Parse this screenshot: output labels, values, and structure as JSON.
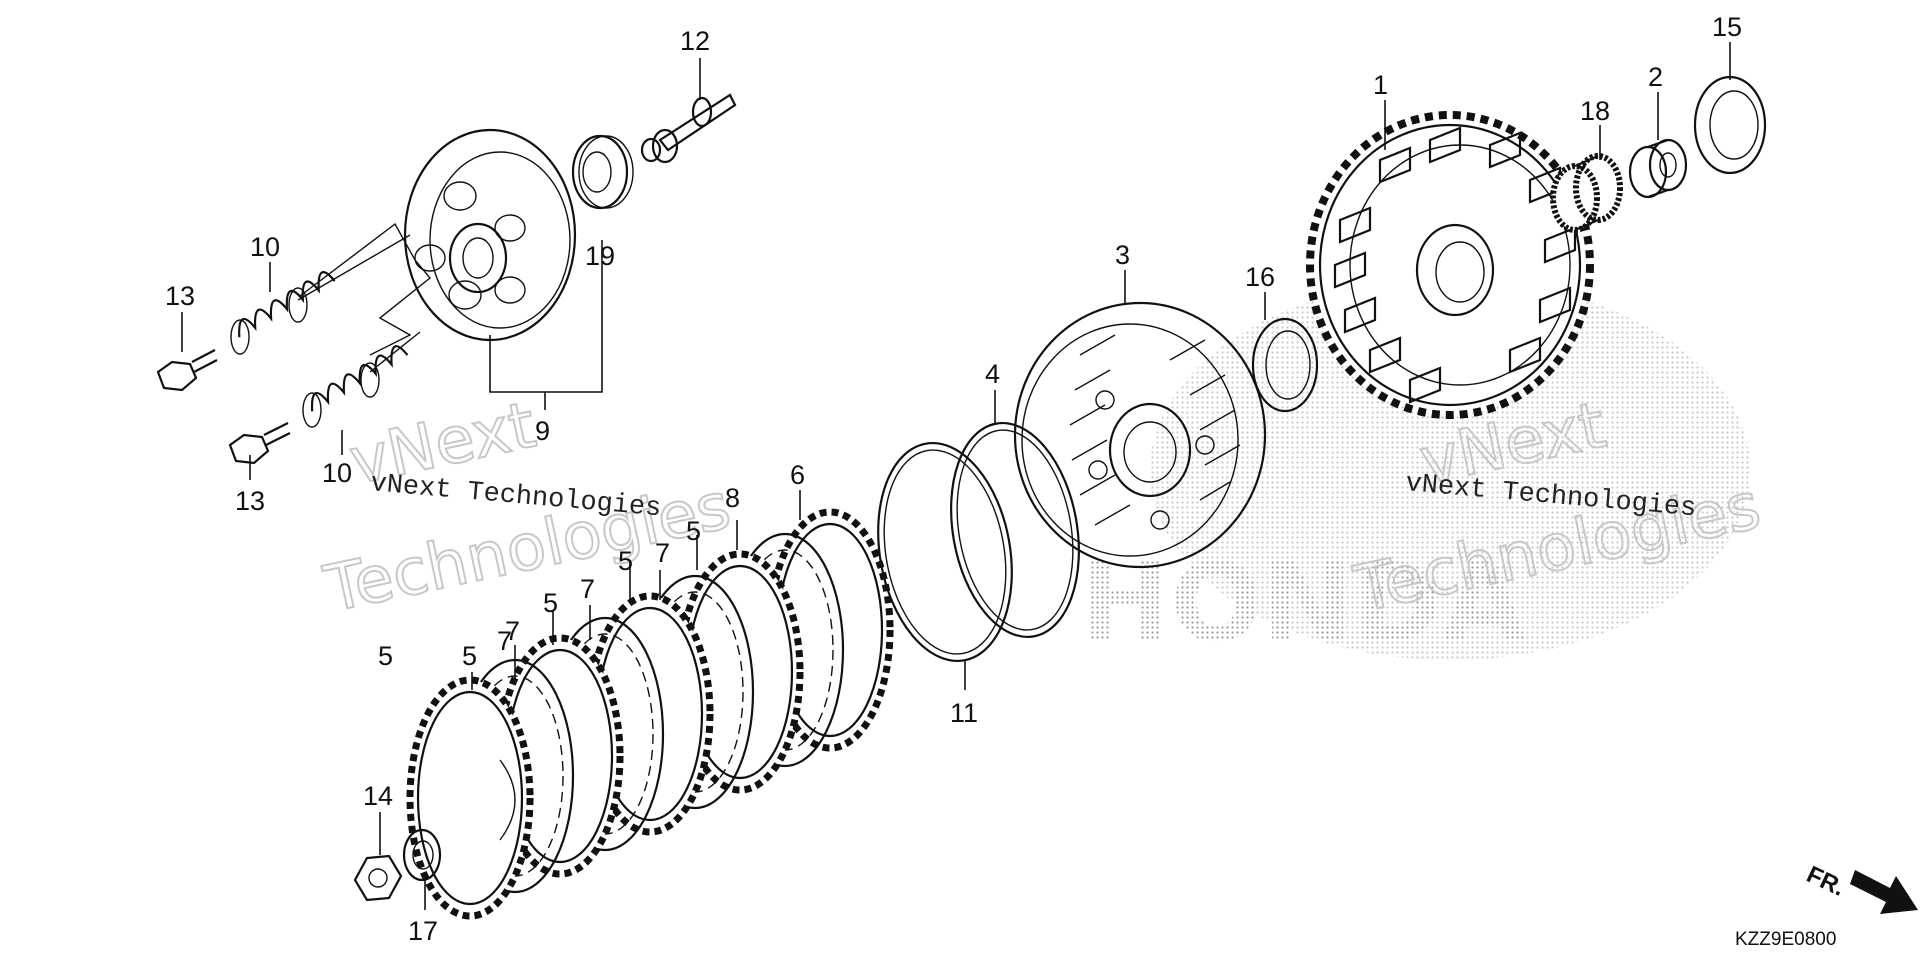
{
  "diagram": {
    "code": "KZZ9E0800",
    "direction_label": "FR.",
    "watermark": {
      "company_line": "vNext Technologies",
      "word_1": "vNext",
      "word_2": "Technologies"
    },
    "brand_mark": "HONDA",
    "callouts": [
      {
        "id": "c1",
        "label": "1"
      },
      {
        "id": "c2",
        "label": "2"
      },
      {
        "id": "c3",
        "label": "3"
      },
      {
        "id": "c4",
        "label": "4"
      },
      {
        "id": "c5a",
        "label": "5"
      },
      {
        "id": "c5b",
        "label": "5"
      },
      {
        "id": "c5c",
        "label": "5"
      },
      {
        "id": "c5d",
        "label": "5"
      },
      {
        "id": "c5e",
        "label": "5"
      },
      {
        "id": "c6",
        "label": "6"
      },
      {
        "id": "c7a",
        "label": "7"
      },
      {
        "id": "c7b",
        "label": "7"
      },
      {
        "id": "c7c",
        "label": "7"
      },
      {
        "id": "c7d",
        "label": "7"
      },
      {
        "id": "c8",
        "label": "8"
      },
      {
        "id": "c9",
        "label": "9"
      },
      {
        "id": "c10a",
        "label": "10"
      },
      {
        "id": "c10b",
        "label": "10"
      },
      {
        "id": "c11",
        "label": "11"
      },
      {
        "id": "c12",
        "label": "12"
      },
      {
        "id": "c13a",
        "label": "13"
      },
      {
        "id": "c13b",
        "label": "13"
      },
      {
        "id": "c14",
        "label": "14"
      },
      {
        "id": "c15",
        "label": "15"
      },
      {
        "id": "c16",
        "label": "16"
      },
      {
        "id": "c17",
        "label": "17"
      },
      {
        "id": "c18",
        "label": "18"
      },
      {
        "id": "c19",
        "label": "19"
      }
    ]
  }
}
